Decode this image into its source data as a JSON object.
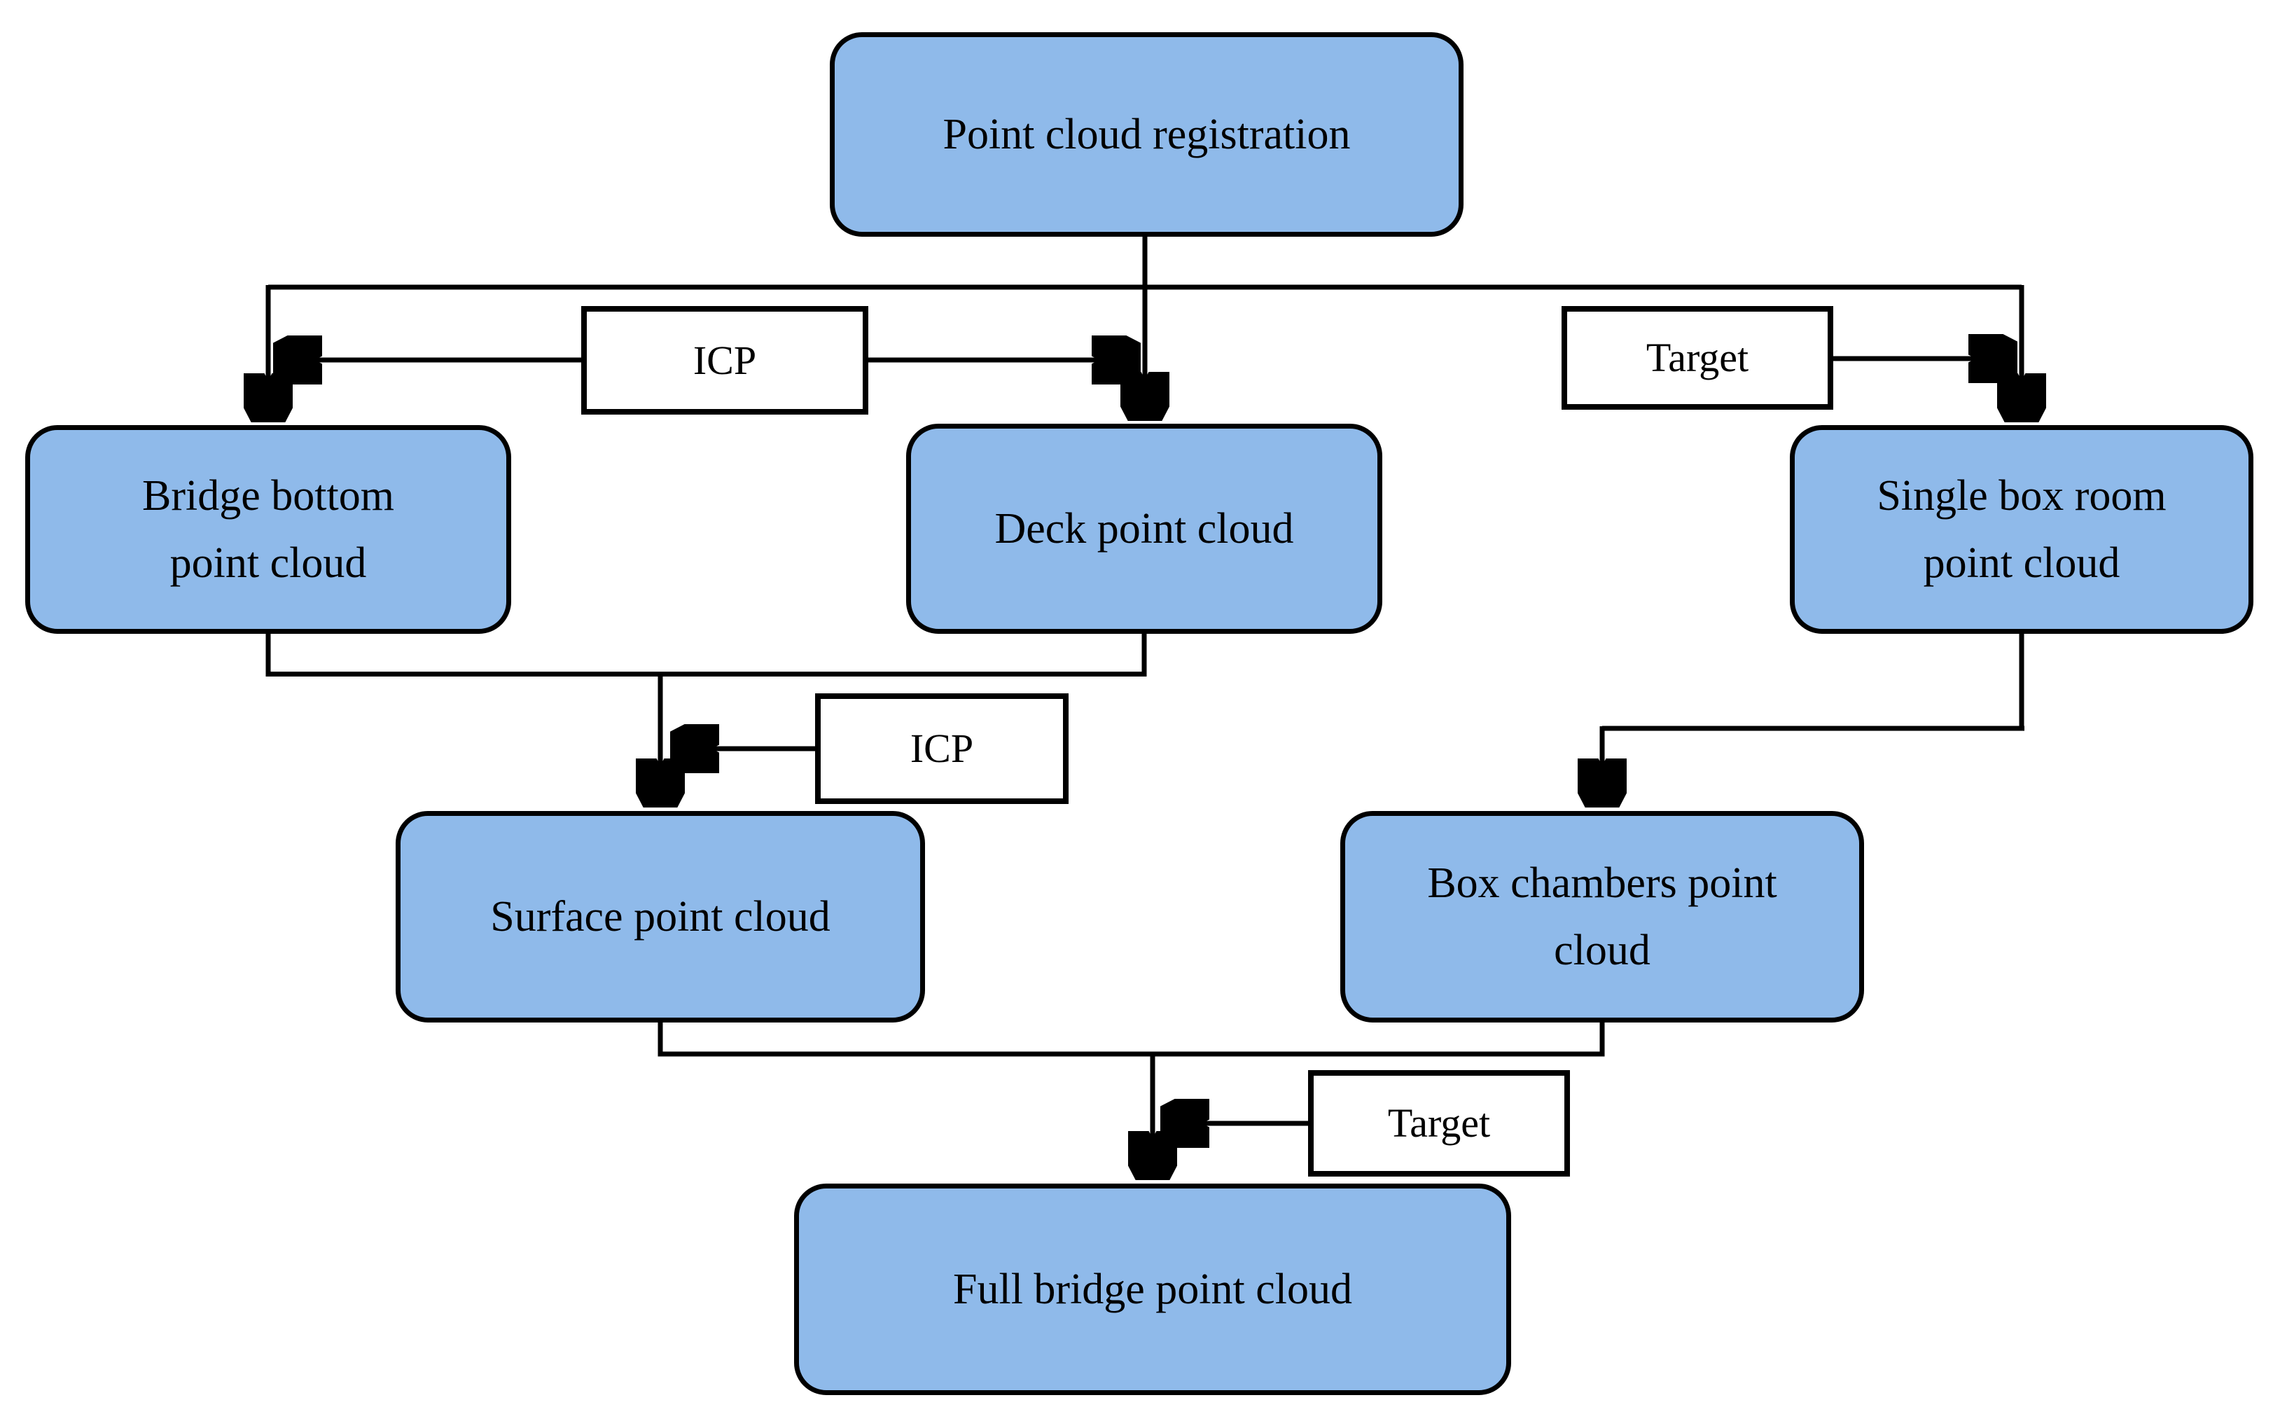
{
  "nodes": {
    "registration": {
      "label": "Point cloud registration"
    },
    "bridge_bottom": {
      "label": "Bridge bottom\npoint cloud"
    },
    "deck": {
      "label": "Deck point cloud"
    },
    "single_box_room": {
      "label": "Single box room\npoint cloud"
    },
    "surface": {
      "label": "Surface point cloud"
    },
    "box_chambers": {
      "label": "Box chambers point\ncloud"
    },
    "full_bridge": {
      "label": "Full bridge point cloud"
    }
  },
  "edge_labels": {
    "icp_top": "ICP",
    "target_top": "Target",
    "icp_middle": "ICP",
    "target_bottom": "Target"
  },
  "colors": {
    "node_fill": "#8FBAEA",
    "node_border": "#000000",
    "label_box_fill": "#FFFFFF",
    "label_box_border": "#000000",
    "connector": "#000000",
    "text": "#000000",
    "background": "#FFFFFF"
  }
}
